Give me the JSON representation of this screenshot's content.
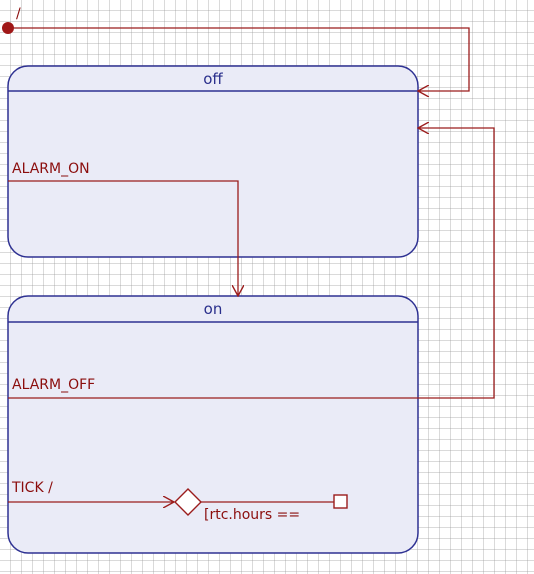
{
  "colors": {
    "state_fill": "#eaebf7",
    "state_border": "#2e3192",
    "transition": "#9b1c1c"
  },
  "initial": {
    "label": "/"
  },
  "states": [
    {
      "id": "off",
      "name": "off"
    },
    {
      "id": "on",
      "name": "on"
    }
  ],
  "transitions": {
    "alarm_on": {
      "label": "ALARM_ON"
    },
    "alarm_off": {
      "label": "ALARM_OFF"
    },
    "tick": {
      "label": "TICK /"
    },
    "guard": {
      "label": "[rtc.hours =="
    }
  }
}
